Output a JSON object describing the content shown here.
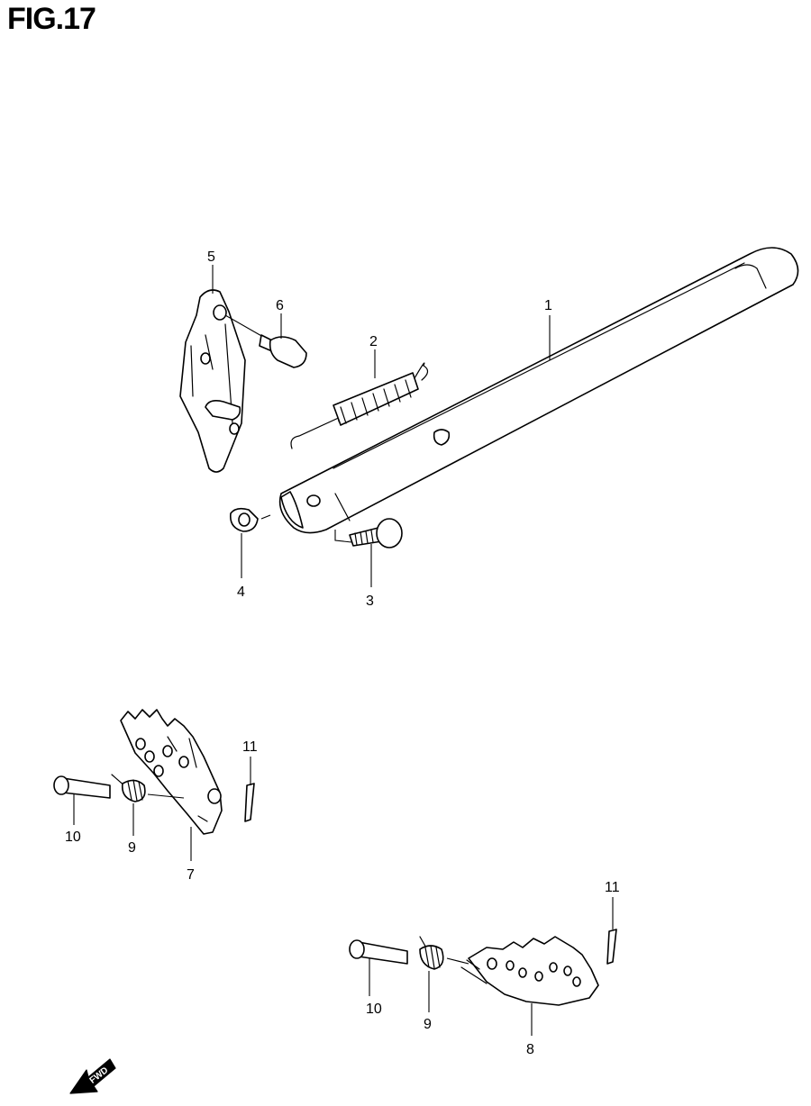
{
  "title": "FIG.17",
  "fwd_label": "FWD",
  "callouts": [
    {
      "id": "c1",
      "label": "1"
    },
    {
      "id": "c2",
      "label": "2"
    },
    {
      "id": "c3",
      "label": "3"
    },
    {
      "id": "c4",
      "label": "4"
    },
    {
      "id": "c5",
      "label": "5"
    },
    {
      "id": "c6",
      "label": "6"
    },
    {
      "id": "c7",
      "label": "7"
    },
    {
      "id": "c8",
      "label": "8"
    },
    {
      "id": "c9a",
      "label": "9"
    },
    {
      "id": "c9b",
      "label": "9"
    },
    {
      "id": "c10a",
      "label": "10"
    },
    {
      "id": "c10b",
      "label": "10"
    },
    {
      "id": "c11a",
      "label": "11"
    },
    {
      "id": "c11b",
      "label": "11"
    }
  ]
}
